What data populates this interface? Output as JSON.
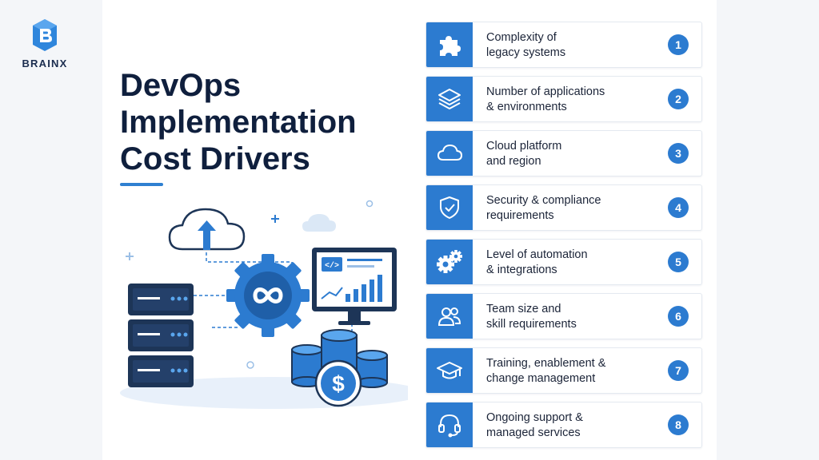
{
  "brand": {
    "name": "BRAINX",
    "logo": "brainx-logo-icon",
    "accent": "#2c7bd0"
  },
  "title": {
    "line1": "DevOps",
    "line2": "Implementation",
    "line3": "Cost Drivers"
  },
  "illustration": {
    "icons": [
      "cloud-upload-icon",
      "server-rack-icon",
      "infinity-gear-icon",
      "monitor-code-chart-icon",
      "coin-stack-dollar-icon"
    ],
    "code_symbol": "</>",
    "currency_symbol": "$"
  },
  "drivers": [
    {
      "number": "1",
      "line1": "Complexity of",
      "line2": "legacy systems",
      "icon": "puzzle-icon"
    },
    {
      "number": "2",
      "line1": "Number of applications",
      "line2": "& environments",
      "icon": "layers-icon"
    },
    {
      "number": "3",
      "line1": "Cloud platform",
      "line2": "and region",
      "icon": "cloud-icon"
    },
    {
      "number": "4",
      "line1": "Security & compliance",
      "line2": "requirements",
      "icon": "shield-check-icon"
    },
    {
      "number": "5",
      "line1": "Level of automation",
      "line2": "& integrations",
      "icon": "gears-icon"
    },
    {
      "number": "6",
      "line1": "Team size and",
      "line2": "skill requirements",
      "icon": "team-icon"
    },
    {
      "number": "7",
      "line1": "Training, enablement &",
      "line2": "change management",
      "icon": "graduation-cap-icon"
    },
    {
      "number": "8",
      "line1": "Ongoing support &",
      "line2": "managed services",
      "icon": "headset-icon"
    }
  ]
}
